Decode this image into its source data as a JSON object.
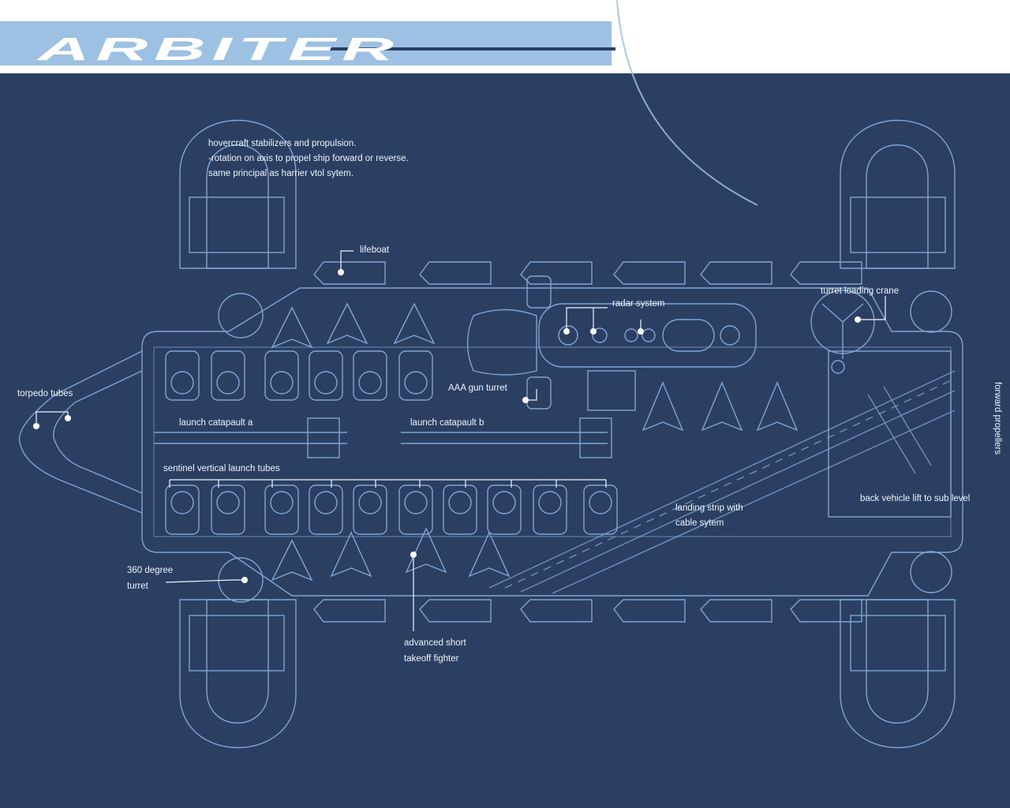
{
  "title": "ARBITER",
  "notes": {
    "line1": "hovercraft stabilizers and propulsion.",
    "line2": "-rotation on axis to propel ship forward or reverse.",
    "line3": "same principal as harrier vtol sytem."
  },
  "labels": {
    "lifeboat": "lifeboat",
    "radar_system": "radar system",
    "turret_loading_crane": "turret loading crane",
    "torpedo_tubes": "torpedo tubes",
    "aaa_gun_turret": "AAA gun turret",
    "launch_catapult_a": "launch catapault a",
    "launch_catapult_b": "launch catapault b",
    "sentinel_tubes": "sentinel vertical launch tubes",
    "landing_strip_1": "landing strip with",
    "landing_strip_2": "cable sytem",
    "back_vehicle_lift": "back vehicle lift to sub level",
    "turret_360_1": "360 degree",
    "turret_360_2": "turret",
    "fighter_1": "advanced short",
    "fighter_2": "takeoff fighter",
    "forward_propellers": "forward propellers"
  },
  "colors": {
    "background": "#2b3f62",
    "header_band": "#9cc1e3",
    "line": "#8fb6e6",
    "label": "#eef4fb"
  }
}
